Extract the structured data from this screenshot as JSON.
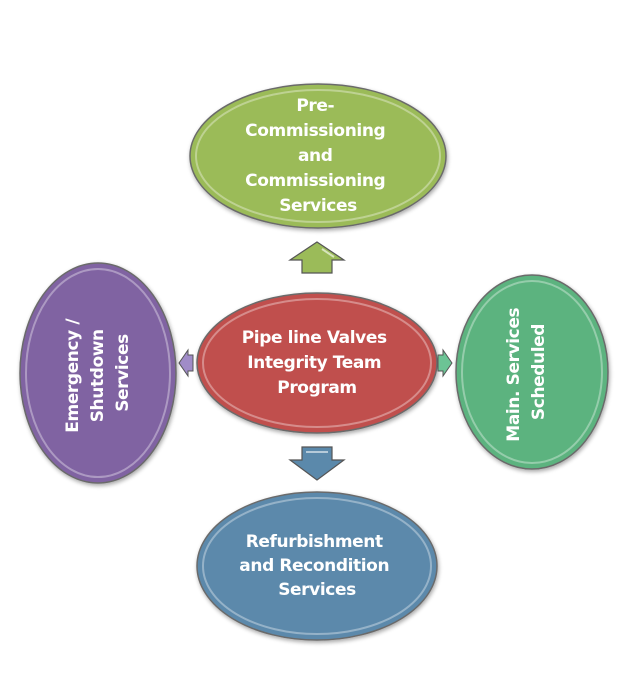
{
  "diagram": {
    "center": {
      "lines": [
        "Pipe line Valves",
        "Integrity Team",
        "Program"
      ],
      "color": "#C0504D"
    },
    "top": {
      "lines": [
        "Pre-",
        "Commissioning",
        "and",
        "Commissioning",
        "Services"
      ],
      "color": "#9BBB59"
    },
    "right": {
      "lines": [
        "Main. Services",
        "Scheduled"
      ],
      "color": "#5BB37F"
    },
    "bottom": {
      "lines": [
        "Refurbishment",
        "and Recondition",
        "Services"
      ],
      "color": "#5B89AB"
    },
    "left": {
      "lines": [
        "Emergency /",
        "Shutdown",
        "Services"
      ],
      "color": "#8064A2"
    },
    "arrows": {
      "up": {
        "direction": "up",
        "color": "#9BBB59"
      },
      "down": {
        "direction": "down",
        "color": "#5B89AB"
      },
      "left": {
        "direction": "left",
        "color": "#A08CC8"
      },
      "right": {
        "direction": "right",
        "color": "#6CC495"
      }
    }
  }
}
